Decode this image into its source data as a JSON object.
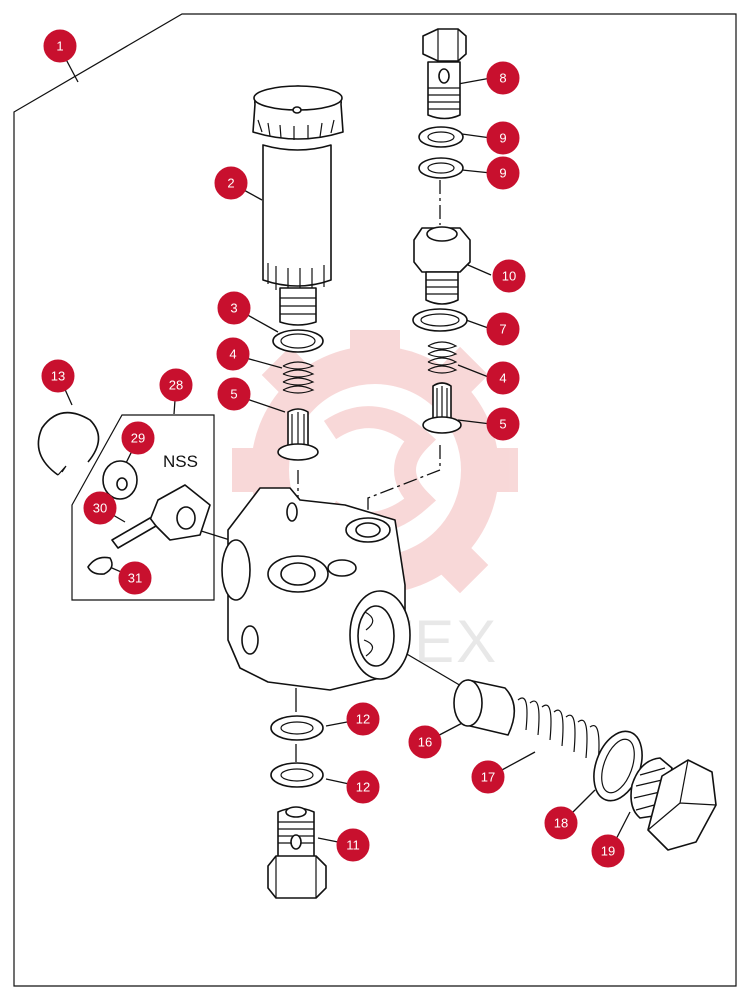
{
  "diagram": {
    "nss_label": "NSS",
    "watermark_text": "ИНТЕХ",
    "callout_color": "#c8102e",
    "callouts": [
      {
        "id": "c1",
        "label": "1"
      },
      {
        "id": "c2",
        "label": "2"
      },
      {
        "id": "c3",
        "label": "3"
      },
      {
        "id": "c4a",
        "label": "4"
      },
      {
        "id": "c5a",
        "label": "5"
      },
      {
        "id": "c8",
        "label": "8"
      },
      {
        "id": "c9a",
        "label": "9"
      },
      {
        "id": "c9b",
        "label": "9"
      },
      {
        "id": "c10",
        "label": "10"
      },
      {
        "id": "c7",
        "label": "7"
      },
      {
        "id": "c4b",
        "label": "4"
      },
      {
        "id": "c5b",
        "label": "5"
      },
      {
        "id": "c13",
        "label": "13"
      },
      {
        "id": "c28",
        "label": "28"
      },
      {
        "id": "c29",
        "label": "29"
      },
      {
        "id": "c30",
        "label": "30"
      },
      {
        "id": "c31",
        "label": "31"
      },
      {
        "id": "c12a",
        "label": "12"
      },
      {
        "id": "c12b",
        "label": "12"
      },
      {
        "id": "c11",
        "label": "11"
      },
      {
        "id": "c16",
        "label": "16"
      },
      {
        "id": "c17",
        "label": "17"
      },
      {
        "id": "c18",
        "label": "18"
      },
      {
        "id": "c19",
        "label": "19"
      }
    ]
  }
}
